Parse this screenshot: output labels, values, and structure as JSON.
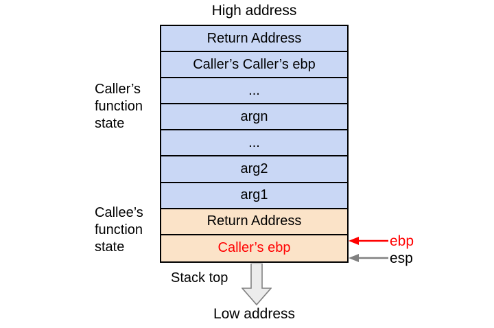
{
  "diagram": {
    "top_label": "High address",
    "bottom_label": "Low address",
    "stack_top_label": "Stack top",
    "groups": {
      "caller": "Caller’s\nfunction\nstate",
      "caller_lines": [
        "Caller’s",
        "function",
        "state"
      ],
      "callee": "Callee’s\nfunction\nstate",
      "callee_lines": [
        "Callee’s",
        "function",
        "state"
      ]
    },
    "rows": [
      {
        "label": "Return Address",
        "fill": "blue",
        "text_color": "#000000"
      },
      {
        "label": "Caller’s Caller’s ebp",
        "fill": "blue",
        "text_color": "#000000"
      },
      {
        "label": "...",
        "fill": "blue",
        "text_color": "#000000"
      },
      {
        "label": "argn",
        "fill": "blue",
        "text_color": "#000000"
      },
      {
        "label": "...",
        "fill": "blue",
        "text_color": "#000000"
      },
      {
        "label": "arg2",
        "fill": "blue",
        "text_color": "#000000"
      },
      {
        "label": "arg1",
        "fill": "blue",
        "text_color": "#000000"
      },
      {
        "label": "Return Address",
        "fill": "peach",
        "text_color": "#000000"
      },
      {
        "label": "Caller’s ebp",
        "fill": "peach",
        "text_color": "#ff0000"
      }
    ],
    "pointers": [
      {
        "name": "ebp",
        "label": "ebp",
        "color": "#ff0000"
      },
      {
        "name": "esp",
        "label": "esp",
        "color": "#808080"
      }
    ],
    "colors": {
      "blue_fill": "#c9d7f5",
      "peach_fill": "#fbe3c8",
      "border": "#000000",
      "arrow_fill": "#ececec",
      "arrow_stroke": "#808080",
      "ebp_red": "#ff0000",
      "esp_gray": "#808080"
    }
  }
}
